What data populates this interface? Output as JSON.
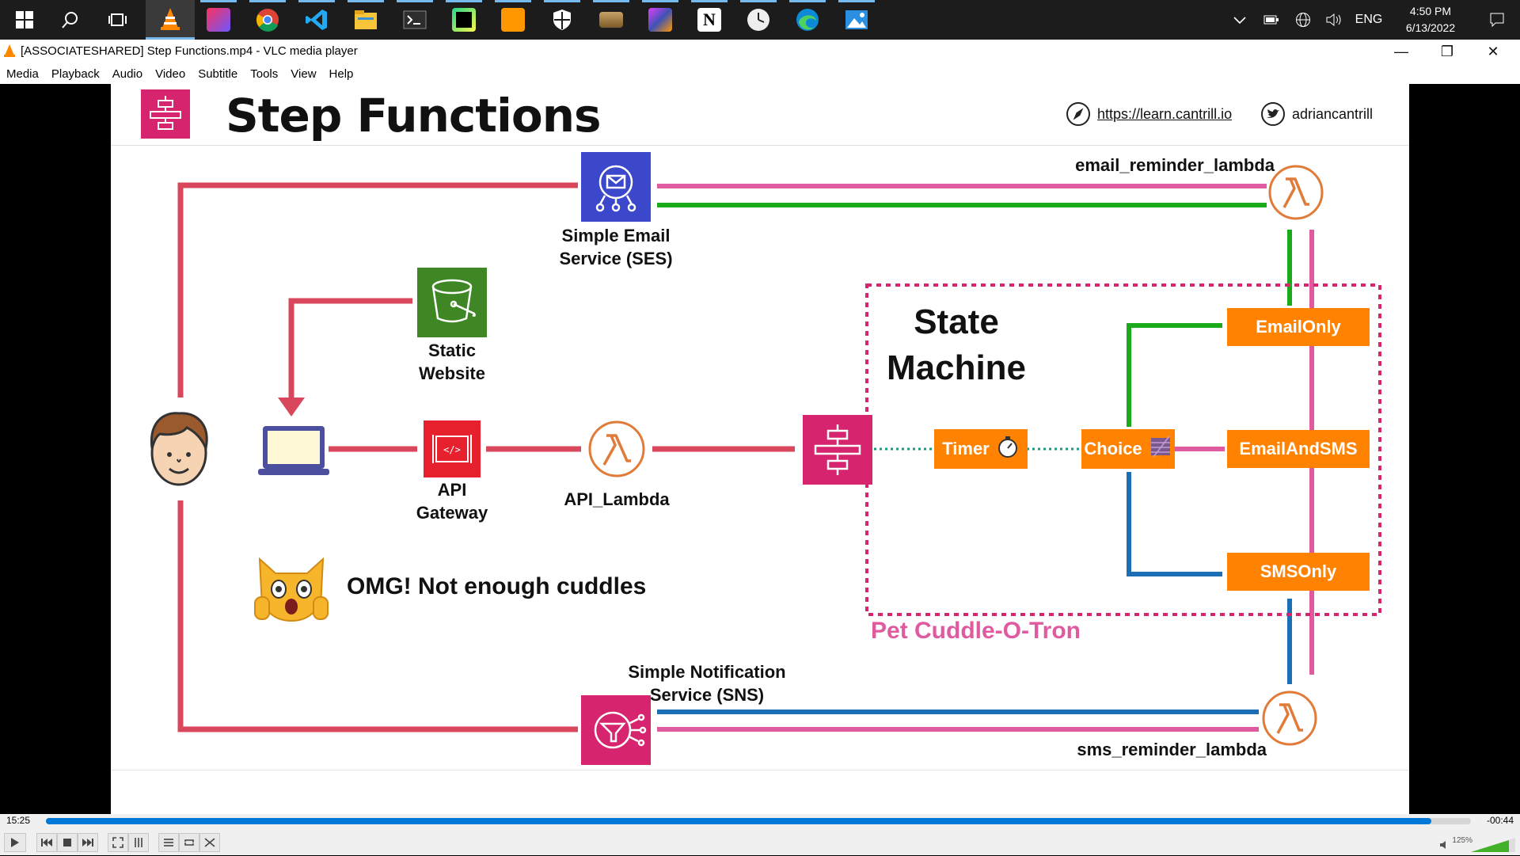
{
  "taskbar": {
    "icons": [
      "windows-start-icon",
      "search-icon",
      "task-view-icon",
      "vlc-icon",
      "intellij-icon",
      "chrome-icon",
      "vscode-icon",
      "file-explorer-icon",
      "terminal-icon",
      "pycharm-icon",
      "sublime-icon",
      "security-icon",
      "package-icon",
      "app-icon",
      "notion-icon",
      "clock-app-icon",
      "edge-icon",
      "photos-icon"
    ],
    "language": "ENG",
    "time": "4:50 PM",
    "date": "6/13/2022"
  },
  "window": {
    "title": "[ASSOCIATESHARED] Step Functions.mp4 - VLC media player",
    "minimize": "—",
    "maximize": "❐",
    "close": "✕"
  },
  "menu": [
    "Media",
    "Playback",
    "Audio",
    "Video",
    "Subtitle",
    "Tools",
    "View",
    "Help"
  ],
  "slide": {
    "title": "Step Functions",
    "link_url": "https://learn.cantrill.io",
    "twitter": "adriancantrill",
    "labels": {
      "ses": "Simple Email\nService (SES)",
      "email_lambda": "email_reminder_lambda",
      "static": "Static\nWebsite",
      "state_machine": "State\nMachine",
      "api_gateway": "API\nGateway",
      "api_lambda": "API_Lambda",
      "cuddles": "OMG! Not enough cuddles",
      "pet": "Pet Cuddle-O-Tron",
      "sns": "Simple Notification\nService (SNS)",
      "sms_lambda": "sms_reminder_lambda"
    },
    "states": {
      "timer": "Timer",
      "choice": "Choice",
      "email_only": "EmailOnly",
      "email_and_sms": "EmailAndSMS",
      "sms_only": "SMSOnly"
    },
    "colors": {
      "red": "#d9475c",
      "pink": "#e05aa0",
      "green": "#1aaa1a",
      "blue": "#1a6fb5",
      "orange": "#ff8200",
      "ses_blue": "#3b48cc",
      "s3_green": "#3f8624",
      "step_pink": "#d6246e",
      "lambda_orange": "#e07b39",
      "dotted_teal": "#1a9a7a"
    }
  },
  "player": {
    "elapsed": "15:25",
    "remaining": "-00:44",
    "progress": 0.972,
    "volume": "125%"
  }
}
